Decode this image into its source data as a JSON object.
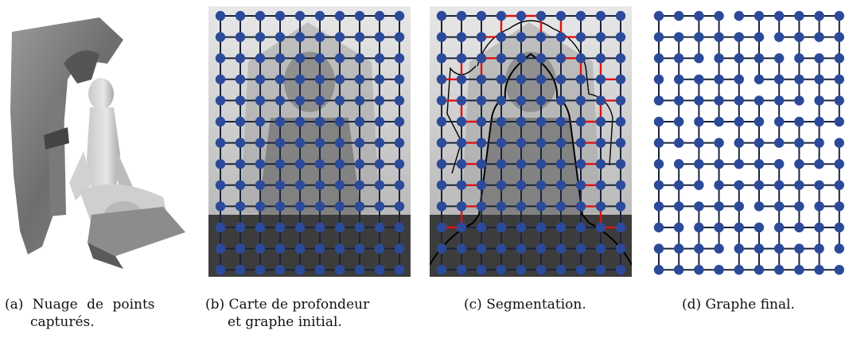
{
  "figure": {
    "panels": [
      {
        "id": "a",
        "caption_line1": "(a) Nuage de points",
        "caption_line2": "capturés."
      },
      {
        "id": "b",
        "caption_line1": "(b) Carte de profondeur",
        "caption_line2": "et graphe initial."
      },
      {
        "id": "c",
        "caption_line1": "(c) Segmentation.",
        "caption_line2": ""
      },
      {
        "id": "d",
        "caption_line1": "(d) Graphe final.",
        "caption_line2": ""
      }
    ]
  },
  "graph": {
    "node_color": "#2c4a9a",
    "edge_color": "#1a2438",
    "cut_color": "#e01010",
    "columns": 10,
    "rows": 13
  }
}
